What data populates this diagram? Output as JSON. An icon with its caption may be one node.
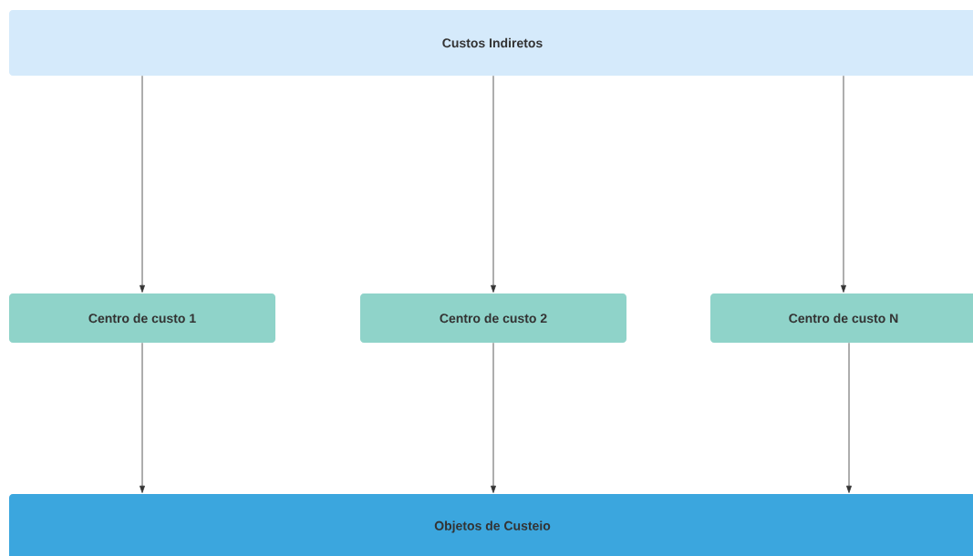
{
  "diagram": {
    "nodes": [
      {
        "text": [
          "Custos Indiretos"
        ]
      },
      {
        "text": [
          "Centro de custo 1"
        ]
      },
      {
        "text": [
          "Centro de custo 2"
        ]
      },
      {
        "text": [
          "Centro de custo N"
        ]
      },
      {
        "text": [
          "Objetos de Custeio"
        ]
      }
    ],
    "edges": [
      {
        "from": 0,
        "to": 1,
        "arrow": "to"
      },
      {
        "from": 0,
        "to": 2,
        "arrow": "to"
      },
      {
        "from": 0,
        "to": 3,
        "arrow": "to"
      },
      {
        "from": 1,
        "to": 4,
        "arrow": "to"
      },
      {
        "from": 2,
        "to": 4,
        "arrow": "to"
      },
      {
        "from": 3,
        "to": 4,
        "arrow": "to"
      }
    ]
  }
}
